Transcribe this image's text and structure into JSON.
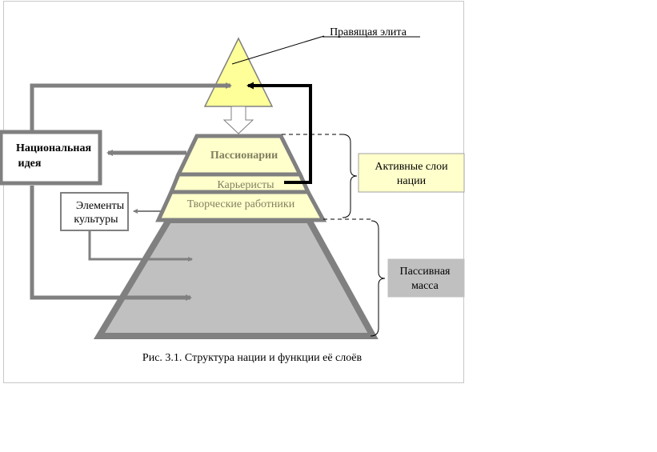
{
  "labels": {
    "elite": "Правящая элита",
    "passionaries": "Пассионарии",
    "careerists": "Карьеристы",
    "creative": "Творческие работники",
    "national_idea_line1": "Национальная",
    "national_idea_line2": "идея",
    "culture_line1": "Элементы",
    "culture_line2": "культуры",
    "active_line1": "Активные слои",
    "active_line2": "нации",
    "passive_line1": "Пассивная",
    "passive_line2": "масса",
    "caption": "Рис. 3.1. Структура нации и функции её слоёв"
  },
  "colors": {
    "elite_fill": "#ffff99",
    "active_fill": "#ffffcc",
    "active_box_fill": "#ffffcc",
    "passive_fill": "#c0c0c0",
    "passive_box_fill": "#c0c0c0",
    "outline": "#808080",
    "layer_text": "#808060"
  }
}
